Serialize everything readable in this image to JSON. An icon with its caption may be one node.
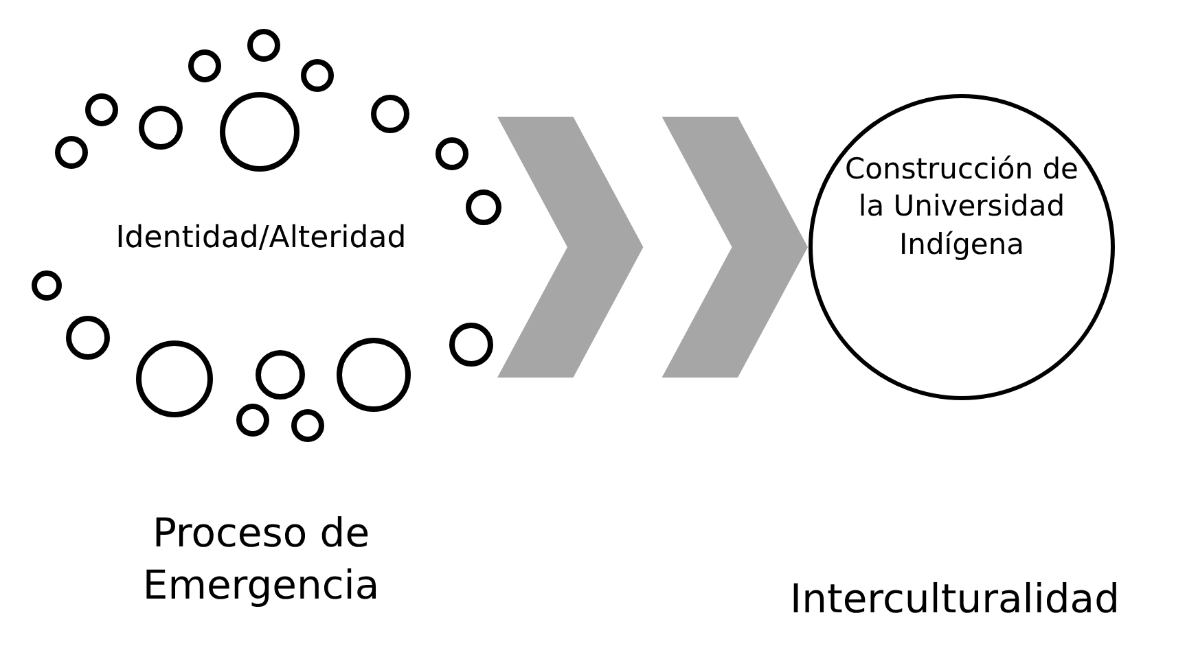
{
  "diagram": {
    "nodes": [
      {
        "text": [
          "Identidad/Alteridad"
        ],
        "beside": [
          "Proceso de Emergencia"
        ]
      },
      {
        "text": [
          "Construcción de la Universidad Indígena"
        ]
      }
    ],
    "edges": [
      {
        "from": 0,
        "to": 1,
        "arrow": "to"
      }
    ],
    "labels": [
      "Interculturalidad"
    ]
  }
}
